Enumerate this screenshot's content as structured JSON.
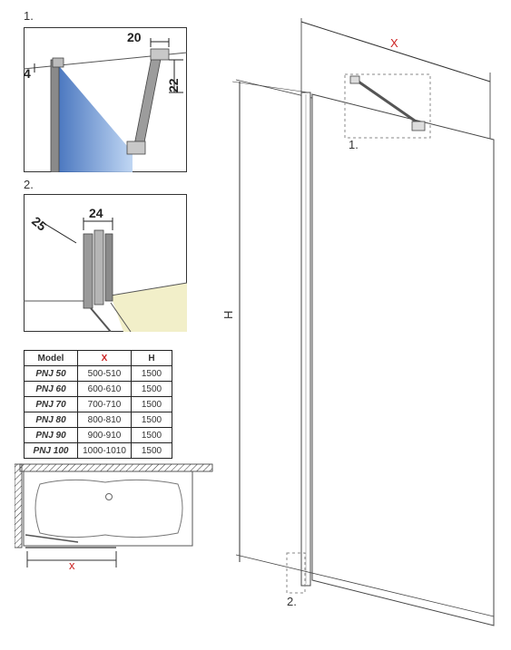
{
  "detail1": {
    "label": "1.",
    "dim_top": "20",
    "dim_left": "4",
    "dim_right": "22"
  },
  "detail2": {
    "label": "2.",
    "dim_a": "25",
    "dim_b": "24"
  },
  "main": {
    "x_label": "X",
    "h_label": "H",
    "callout1": "1.",
    "callout2": "2."
  },
  "plan": {
    "x_label": "x"
  },
  "table": {
    "headers": [
      "Model",
      "X",
      "H"
    ],
    "rows": [
      [
        "PNJ 50",
        "500-510",
        "1500"
      ],
      [
        "PNJ 60",
        "600-610",
        "1500"
      ],
      [
        "PNJ 70",
        "700-710",
        "1500"
      ],
      [
        "PNJ 80",
        "800-810",
        "1500"
      ],
      [
        "PNJ 90",
        "900-910",
        "1500"
      ],
      [
        "PNJ 100",
        "1000-1010",
        "1500"
      ]
    ]
  },
  "colors": {
    "glass": "#5b8fd6",
    "frame": "#7a7a7a",
    "accent_red": "#cc2222",
    "floor": "#f2efc9"
  }
}
